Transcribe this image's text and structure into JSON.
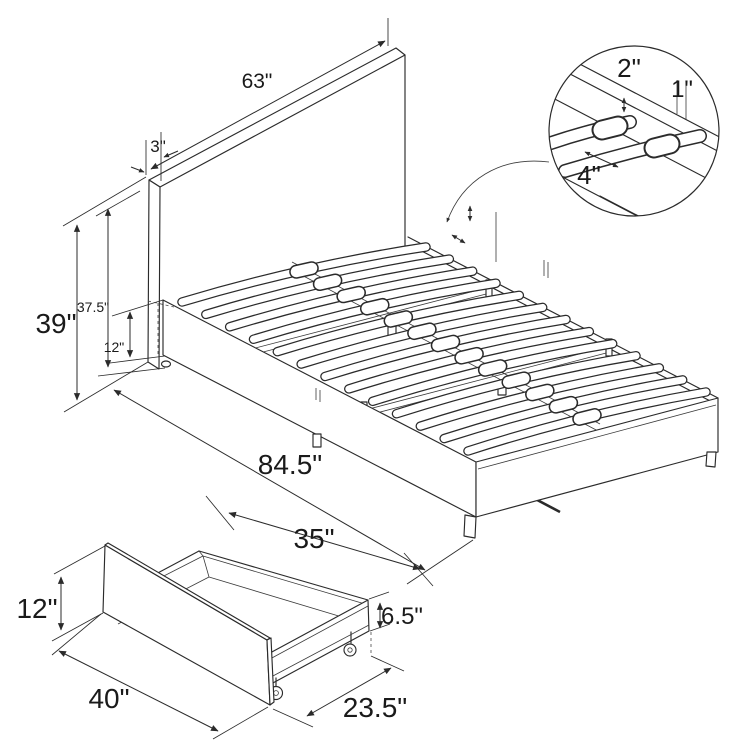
{
  "diagram": {
    "subject": "platform bed with storage drawer - dimension line drawing",
    "background_color": "#ffffff",
    "line_color": "#2b2b2b",
    "labels": {
      "headboard_width": "63\"",
      "headboard_thickness": "3\"",
      "overall_height": "39\"",
      "headboard_upper_height": "37.5\"",
      "frame_height": "12\"",
      "overall_length": "84.5\"",
      "slat_gap": "2\"",
      "rail_thickness": "1\"",
      "slat_spacing": "4\"",
      "drawer_opening_width": "35\"",
      "drawer_front_height": "12\"",
      "drawer_side_height": "6.5\"",
      "drawer_length": "40\"",
      "drawer_depth": "23.5\""
    }
  }
}
